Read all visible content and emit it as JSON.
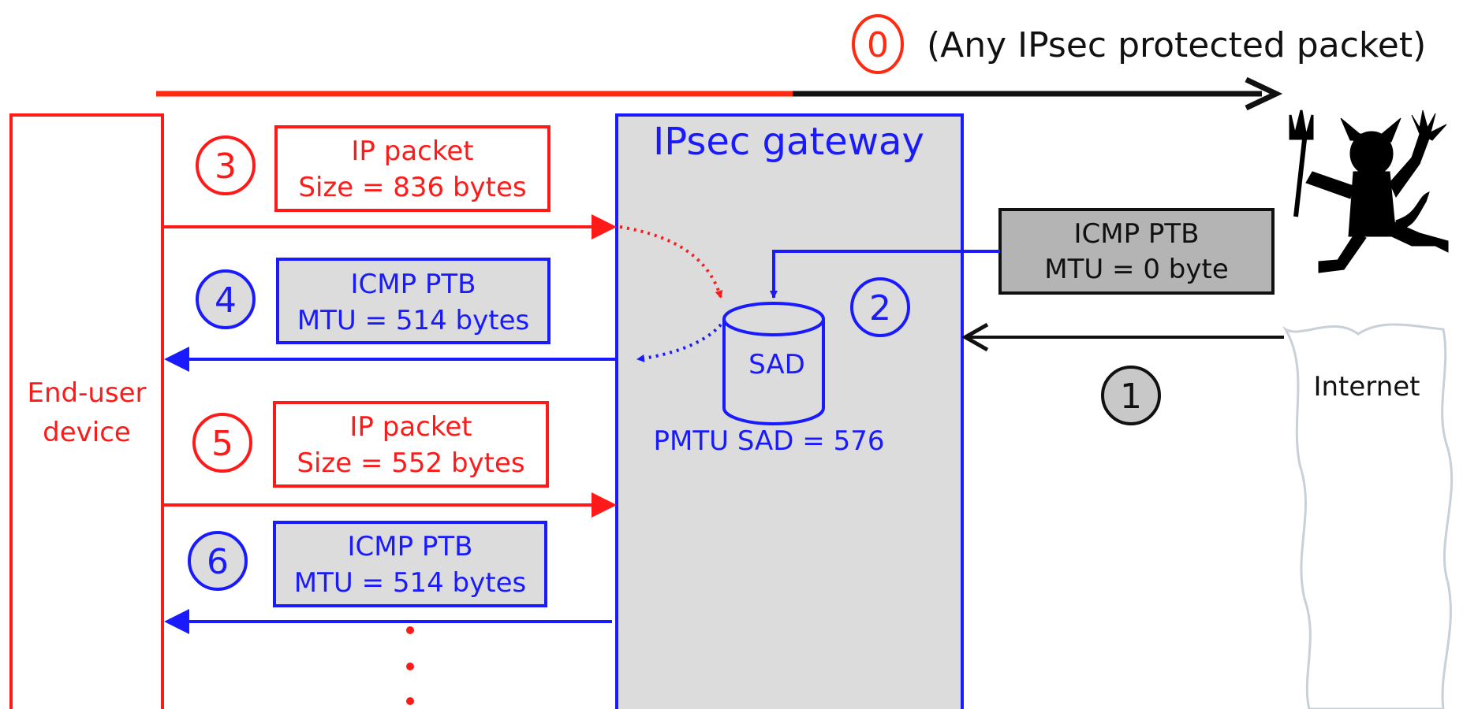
{
  "colors": {
    "red": "#ff1a1a",
    "blue": "#1a1aff",
    "black": "#111111",
    "gray_fill": "#dcdcdc",
    "box_gray": "#b4b4b4",
    "step1_fill": "#c8c8c8"
  },
  "header": {
    "marker": "0",
    "caption": "(Any IPsec protected packet)"
  },
  "end_user": {
    "line1": "End-user",
    "line2": "device"
  },
  "gateway": {
    "title": "IPsec gateway",
    "sad_label": "SAD",
    "pmtu_label": "PMTU SAD = 576"
  },
  "attacker_box": {
    "line1": "ICMP PTB",
    "line2": "MTU = 0 byte"
  },
  "internet_label": "Internet",
  "attacker_icon": "devil-with-trident-icon",
  "steps": [
    {
      "num": "1"
    },
    {
      "num": "2"
    },
    {
      "num": "3",
      "line1": "IP packet",
      "line2": "Size = 836 bytes"
    },
    {
      "num": "4",
      "line1": "ICMP PTB",
      "line2": "MTU = 514 bytes"
    },
    {
      "num": "5",
      "line1": "IP packet",
      "line2": "Size = 552 bytes"
    },
    {
      "num": "6",
      "line1": "ICMP PTB",
      "line2": "MTU = 514 bytes"
    }
  ]
}
